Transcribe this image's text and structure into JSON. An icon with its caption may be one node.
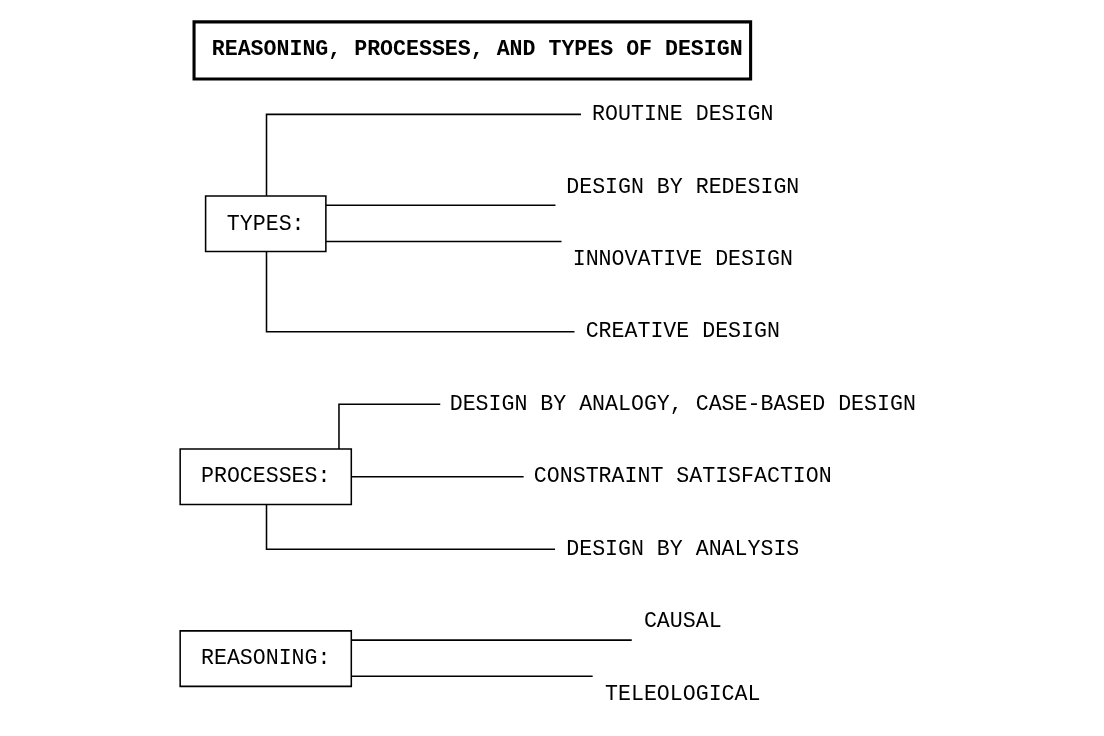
{
  "diagram": {
    "title": "REASONING, PROCESSES, AND TYPES OF DESIGN",
    "nodes": [
      {
        "text": [
          "REASONING:"
        ]
      },
      {
        "text": [
          "CAUSAL"
        ]
      },
      {
        "text": [
          "TELEOLOGICAL"
        ]
      },
      {
        "text": [
          "PROCESSES:"
        ]
      },
      {
        "text": [
          "DESIGN BY ANALOGY, CASE-BASED DESIGN"
        ]
      },
      {
        "text": [
          "CONSTRAINT SATISFACTION"
        ]
      },
      {
        "text": [
          "DESIGN BY ANALYSIS"
        ]
      },
      {
        "text": [
          "TYPES:"
        ]
      },
      {
        "text": [
          "ROUTINE DESIGN"
        ]
      },
      {
        "text": [
          "DESIGN BY REDESIGN"
        ]
      },
      {
        "text": [
          "INNOVATIVE DESIGN"
        ]
      },
      {
        "text": [
          "CREATIVE DESIGN"
        ]
      }
    ],
    "edges": [
      {
        "from": 0,
        "to": 1,
        "arrow": "none"
      },
      {
        "from": 0,
        "to": 2,
        "arrow": "none"
      },
      {
        "from": 3,
        "to": 4,
        "arrow": "none"
      },
      {
        "from": 3,
        "to": 5,
        "arrow": "none"
      },
      {
        "from": 3,
        "to": 6,
        "arrow": "none"
      },
      {
        "from": 7,
        "to": 8,
        "arrow": "none"
      },
      {
        "from": 7,
        "to": 9,
        "arrow": "none"
      },
      {
        "from": 7,
        "to": 10,
        "arrow": "none"
      },
      {
        "from": 7,
        "to": 11,
        "arrow": "none"
      }
    ]
  }
}
